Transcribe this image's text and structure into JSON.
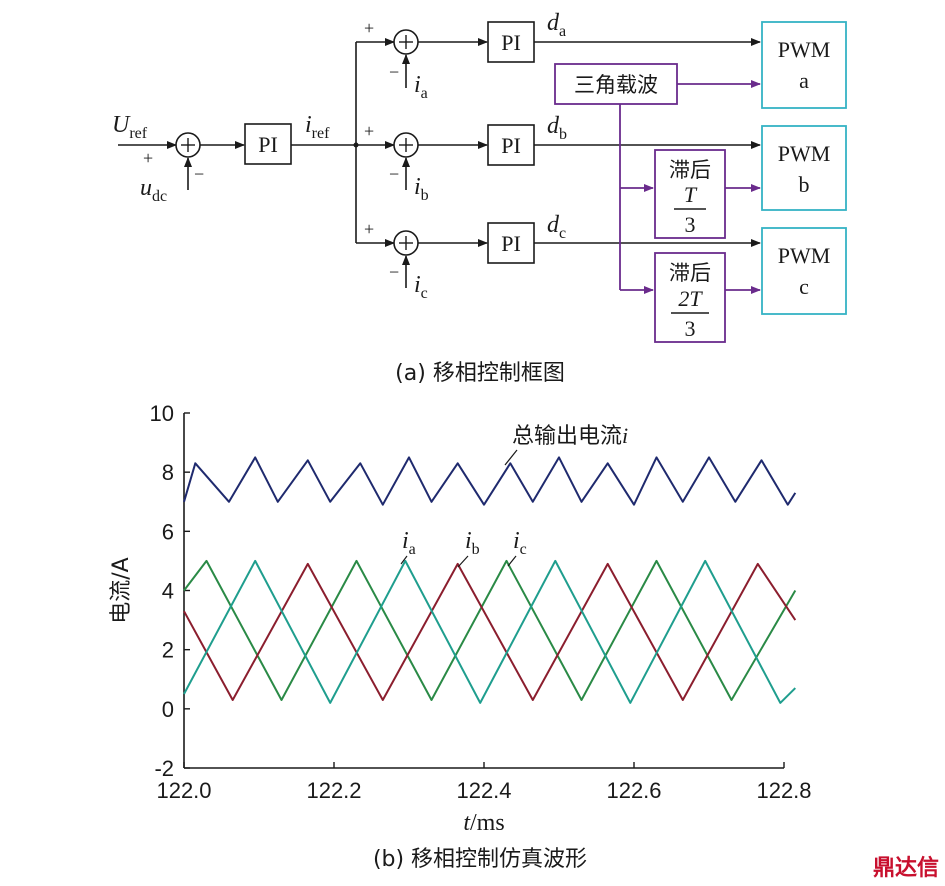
{
  "diagram": {
    "caption_a": "(a) 移相控制框图",
    "u_ref": "U",
    "u_ref_sub": "ref",
    "u_dc": "u",
    "u_dc_sub": "dc",
    "plus": "+",
    "minus": "−",
    "pi": "PI",
    "i_ref": "i",
    "i_ref_sub": "ref",
    "carrier": "三角载波",
    "lag_label": "滞后",
    "lag_b_num": "T",
    "lag_c_num": "2T",
    "lag_den": "3",
    "pwm": "PWM",
    "pwm_a": "a",
    "pwm_b": "b",
    "pwm_c": "c",
    "d_a": "d",
    "d_a_sub": "a",
    "d_b": "d",
    "d_b_sub": "b",
    "d_c": "d",
    "d_c_sub": "c",
    "i_a": "i",
    "i_a_sub": "a",
    "i_b": "i",
    "i_b_sub": "b",
    "i_c": "i",
    "i_c_sub": "c"
  },
  "chart_data": {
    "type": "line",
    "caption": "(b) 移相控制仿真波形",
    "xlabel_var": "t",
    "xlabel_unit": "/ms",
    "ylabel": "电流/A",
    "xlim": [
      122.0,
      122.8
    ],
    "ylim": [
      -2,
      10
    ],
    "xticks": [
      "122.0",
      "122.2",
      "122.4",
      "122.6",
      "122.8"
    ],
    "yticks": [
      "10",
      "8",
      "6",
      "4",
      "2",
      "0",
      "-2"
    ],
    "total_annotation": "总输出电流",
    "total_annotation_var": "i",
    "series": [
      {
        "name": "i",
        "color": "#1f2a6e",
        "peaks": [
          [
            122.015,
            8.3
          ],
          [
            122.095,
            8.5
          ],
          [
            122.165,
            8.4
          ],
          [
            122.235,
            8.3
          ],
          [
            122.3,
            8.5
          ],
          [
            122.365,
            8.3
          ],
          [
            122.435,
            8.3
          ],
          [
            122.5,
            8.5
          ],
          [
            122.565,
            8.3
          ],
          [
            122.63,
            8.5
          ],
          [
            122.7,
            8.5
          ],
          [
            122.77,
            8.4
          ]
        ],
        "troughs": [
          [
            122.0,
            7.0
          ],
          [
            122.06,
            7.0
          ],
          [
            122.125,
            7.0
          ],
          [
            122.195,
            7.0
          ],
          [
            122.265,
            6.9
          ],
          [
            122.33,
            7.0
          ],
          [
            122.4,
            6.9
          ],
          [
            122.465,
            7.0
          ],
          [
            122.53,
            7.0
          ],
          [
            122.6,
            6.9
          ],
          [
            122.665,
            7.0
          ],
          [
            122.735,
            7.0
          ],
          [
            122.805,
            6.9
          ]
        ],
        "end": [
          122.815,
          7.3
        ]
      },
      {
        "name": "a",
        "color": "#2a8a46",
        "peaks": [
          [
            122.03,
            5.0
          ],
          [
            122.23,
            5.0
          ],
          [
            122.43,
            5.0
          ],
          [
            122.63,
            5.0
          ]
        ],
        "troughs": [
          [
            122.13,
            0.3
          ],
          [
            122.33,
            0.3
          ],
          [
            122.53,
            0.3
          ],
          [
            122.73,
            0.3
          ]
        ],
        "start": [
          122.0,
          4.0
        ],
        "end": [
          122.815,
          4.0
        ]
      },
      {
        "name": "b",
        "color": "#8b1e2e",
        "peaks": [
          [
            122.165,
            4.9
          ],
          [
            122.365,
            4.9
          ],
          [
            122.565,
            4.9
          ],
          [
            122.765,
            4.9
          ]
        ],
        "troughs": [
          [
            122.065,
            0.3
          ],
          [
            122.265,
            0.3
          ],
          [
            122.465,
            0.3
          ],
          [
            122.665,
            0.3
          ]
        ],
        "start": [
          122.0,
          3.3
        ],
        "end": [
          122.815,
          3.0
        ]
      },
      {
        "name": "c",
        "color": "#1f9e8e",
        "peaks": [
          [
            122.095,
            5.0
          ],
          [
            122.295,
            5.0
          ],
          [
            122.495,
            5.0
          ],
          [
            122.695,
            5.0
          ]
        ],
        "troughs": [
          [
            122.195,
            0.2
          ],
          [
            122.395,
            0.2
          ],
          [
            122.595,
            0.2
          ],
          [
            122.795,
            0.2
          ]
        ],
        "start": [
          122.0,
          0.5
        ],
        "end": [
          122.815,
          0.7
        ]
      }
    ],
    "series_labels": [
      {
        "series": "a",
        "text": "i",
        "sub": "a"
      },
      {
        "series": "b",
        "text": "i",
        "sub": "b"
      },
      {
        "series": "c",
        "text": "i",
        "sub": "c"
      }
    ]
  },
  "watermark": "鼎达信"
}
